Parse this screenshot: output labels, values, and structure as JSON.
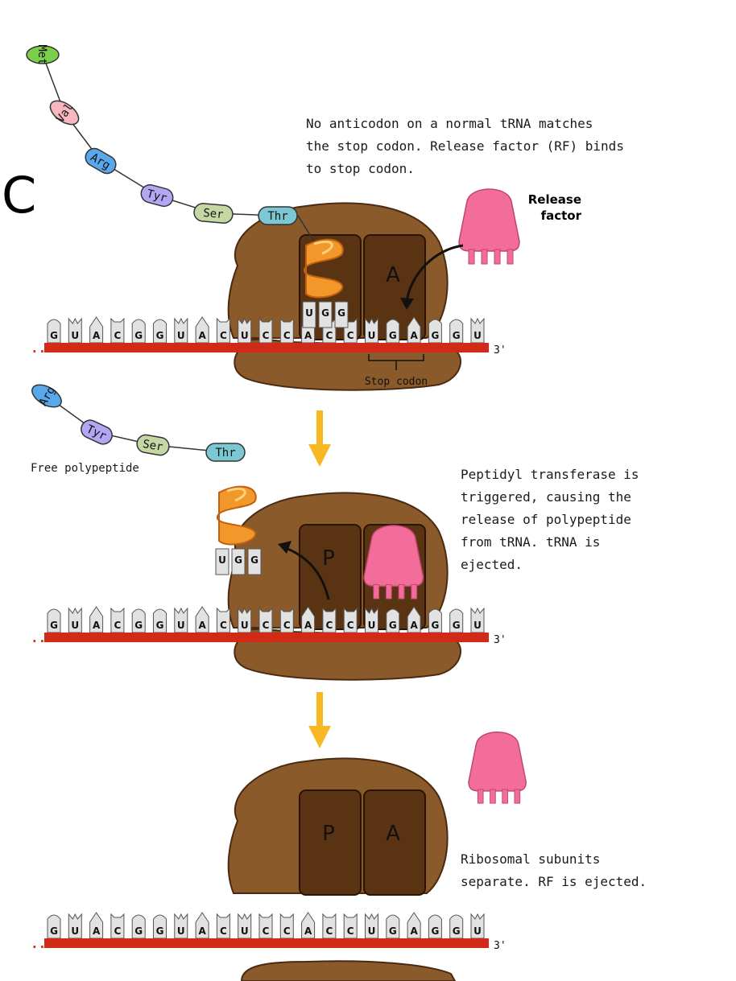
{
  "panel_label": "C",
  "captions": {
    "step1": [
      "No anticodon on a normal tRNA matches",
      "the stop codon. Release factor (RF) binds",
      "to stop codon."
    ],
    "step2": [
      "Peptidyl transferase is",
      "triggered, causing the",
      "release of polypeptide",
      "from tRNA. tRNA is",
      "ejected."
    ],
    "step3": [
      "Ribosomal subunits",
      "separate. RF is ejected."
    ]
  },
  "labels": {
    "release_factor": [
      "Release",
      "factor"
    ],
    "stop_codon": "Stop codon",
    "free_polypeptide": "Free polypeptide",
    "site_a": "A",
    "site_p": "P",
    "three_prime": "3'",
    "five_prime_dots": ".."
  },
  "mrna_sequence": [
    "G",
    "U",
    "A",
    "C",
    "G",
    "G",
    "U",
    "A",
    "C",
    "U",
    "C",
    "C",
    "A",
    "C",
    "C",
    "U",
    "G",
    "A",
    "G",
    "G",
    "U"
  ],
  "anticodon": [
    "U",
    "G",
    "G"
  ],
  "polypeptide_chain": [
    "Met",
    "Val",
    "Arg",
    "Tyr",
    "Ser",
    "Thr"
  ],
  "free_polypeptide_chain": [
    "Arg",
    "Tyr",
    "Ser",
    "Thr"
  ],
  "colors": {
    "ribosome": "#8b5a2b",
    "ribosome_dark": "#5a3412",
    "mrna": "#d12a16",
    "release_factor": "#f26d9a",
    "trna": "#f2982a",
    "arrow": "#f7b824",
    "Met": "#7ccf4a",
    "Val": "#f7b7bf",
    "Arg": "#5aa8ec",
    "Tyr": "#b4a6f2",
    "Ser": "#c5d8a4",
    "Thr": "#7cc8d2"
  }
}
